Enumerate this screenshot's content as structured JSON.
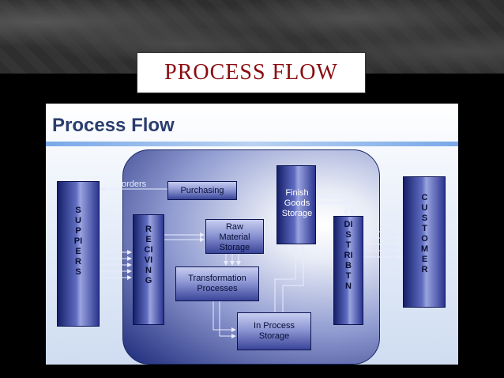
{
  "slide": {
    "title": "PROCESS FLOW"
  },
  "diagram": {
    "heading": "Process Flow",
    "nodes": {
      "suppliers": "SUPPIERS",
      "receiving": "RECIVING",
      "purchasing": "Purchasing",
      "orders": "orders",
      "raw_material_storage": "Raw Material Storage",
      "transformation_processes": "Transformation Processes",
      "finish_goods_storage": "Finish Goods Storage",
      "in_process_storage": "In Process Storage",
      "distribution": "DISTRIBTN",
      "customer": "CUSTOMER"
    }
  },
  "colors": {
    "title": "#8a0c10",
    "box_dark": "#16206a",
    "heading": "#2a3d6e"
  }
}
